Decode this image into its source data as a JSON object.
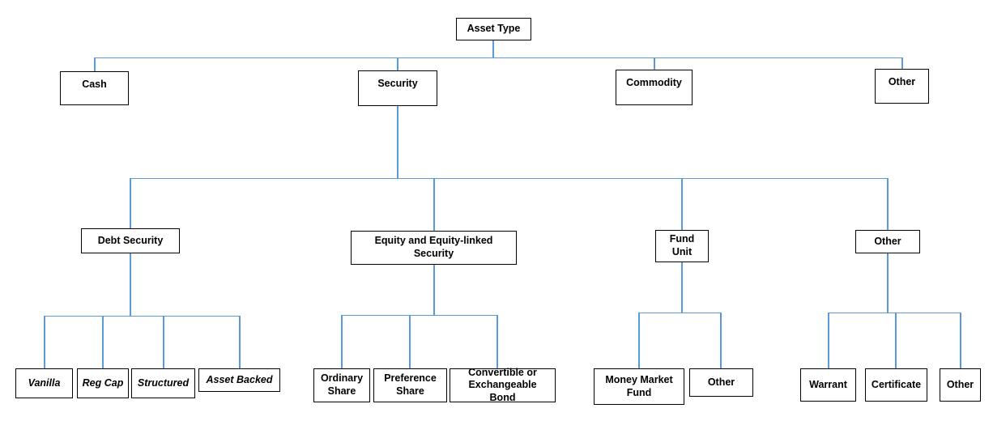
{
  "diagram": {
    "type": "hierarchy-tree",
    "connector_color": "#5b9bd5",
    "box_border_color": "#000000",
    "text_color": "#000000",
    "root": {
      "label": "Asset Type",
      "children": [
        {
          "label": "Cash"
        },
        {
          "label": "Security",
          "children": [
            {
              "label": "Debt Security",
              "children": [
                {
                  "label": "Vanilla"
                },
                {
                  "label": "Reg Cap"
                },
                {
                  "label": "Structured"
                },
                {
                  "label": "Asset Backed"
                }
              ]
            },
            {
              "label": "Equity and Equity-linked Security",
              "children": [
                {
                  "label": "Ordinary Share"
                },
                {
                  "label": "Preference Share"
                },
                {
                  "label": "Convertible or Exchangeable Bond"
                }
              ]
            },
            {
              "label": "Fund Unit",
              "children": [
                {
                  "label": "Money Market Fund"
                },
                {
                  "label": "Other"
                }
              ]
            },
            {
              "label": "Other",
              "children": [
                {
                  "label": "Warrant"
                },
                {
                  "label": "Certificate"
                },
                {
                  "label": "Other"
                }
              ]
            }
          ]
        },
        {
          "label": "Commodity"
        },
        {
          "label": "Other"
        }
      ]
    }
  }
}
